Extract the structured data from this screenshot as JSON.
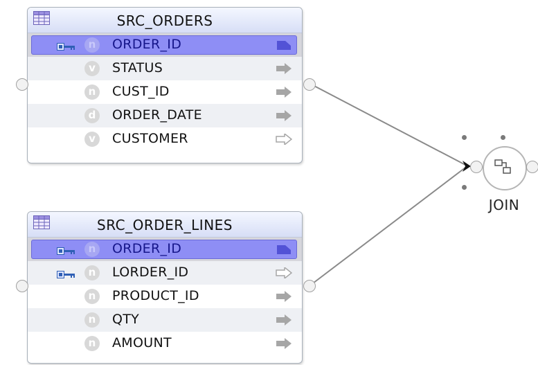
{
  "datastores": [
    {
      "name": "SRC_ORDERS",
      "attributes": [
        {
          "name": "ORDER_ID",
          "type": "n",
          "key": true,
          "selected": true
        },
        {
          "name": "STATUS",
          "type": "v",
          "key": false,
          "selected": false
        },
        {
          "name": "CUST_ID",
          "type": "n",
          "key": false,
          "selected": false
        },
        {
          "name": "ORDER_DATE",
          "type": "d",
          "key": false,
          "selected": false
        },
        {
          "name": "CUSTOMER",
          "type": "v",
          "key": false,
          "selected": false
        }
      ]
    },
    {
      "name": "SRC_ORDER_LINES",
      "attributes": [
        {
          "name": "ORDER_ID",
          "type": "n",
          "key": true,
          "selected": true
        },
        {
          "name": "LORDER_ID",
          "type": "n",
          "key": true,
          "selected": false
        },
        {
          "name": "PRODUCT_ID",
          "type": "n",
          "key": false,
          "selected": false
        },
        {
          "name": "QTY",
          "type": "n",
          "key": false,
          "selected": false
        },
        {
          "name": "AMOUNT",
          "type": "n",
          "key": false,
          "selected": false
        }
      ]
    }
  ],
  "join": {
    "label": "JOIN"
  },
  "colors": {
    "selection": "#8e8ef5",
    "header": "#d7def6",
    "connector": "#888888"
  }
}
